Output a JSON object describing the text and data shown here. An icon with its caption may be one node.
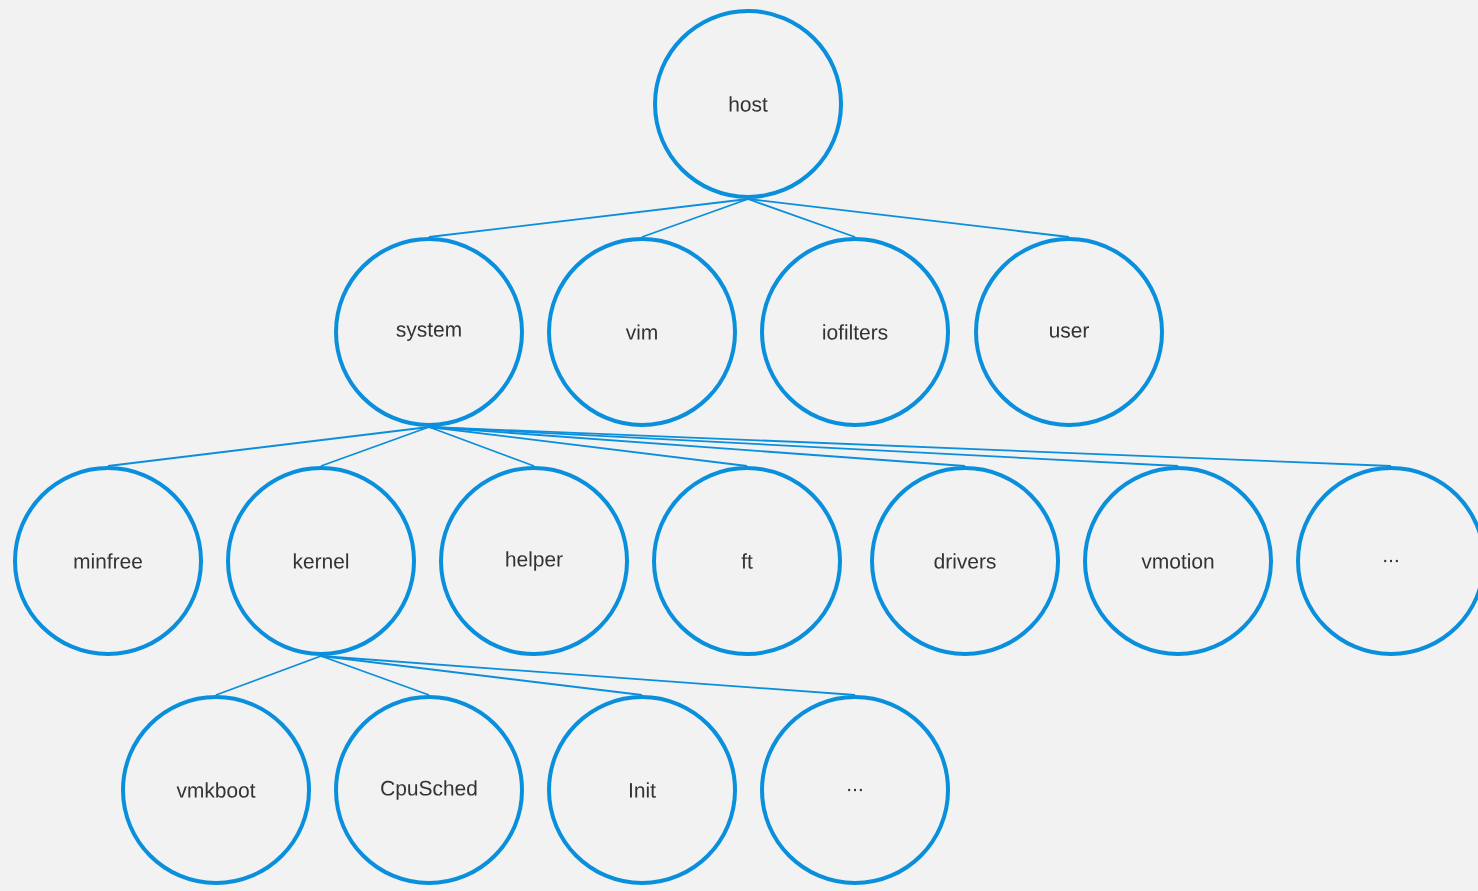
{
  "diagram": {
    "nodes": [
      {
        "text": [
          "host"
        ]
      },
      {
        "text": [
          "system"
        ]
      },
      {
        "text": [
          "vim"
        ]
      },
      {
        "text": [
          "iofilters"
        ]
      },
      {
        "text": [
          "user"
        ]
      },
      {
        "text": [
          "minfree"
        ]
      },
      {
        "text": [
          "kernel"
        ]
      },
      {
        "text": [
          "helper"
        ]
      },
      {
        "text": [
          "ft"
        ]
      },
      {
        "text": [
          "drivers"
        ]
      },
      {
        "text": [
          "vmotion"
        ]
      },
      {
        "text": [
          "..."
        ]
      },
      {
        "text": [
          "vmkboot"
        ]
      },
      {
        "text": [
          "CpuSched"
        ]
      },
      {
        "text": [
          "Init"
        ]
      },
      {
        "text": [
          "..."
        ]
      }
    ],
    "edges": [
      {
        "from": 0,
        "to": 1,
        "arrow": "none"
      },
      {
        "from": 0,
        "to": 2,
        "arrow": "none"
      },
      {
        "from": 0,
        "to": 3,
        "arrow": "none"
      },
      {
        "from": 0,
        "to": 4,
        "arrow": "none"
      },
      {
        "from": 1,
        "to": 5,
        "arrow": "none"
      },
      {
        "from": 1,
        "to": 6,
        "arrow": "none"
      },
      {
        "from": 1,
        "to": 7,
        "arrow": "none"
      },
      {
        "from": 1,
        "to": 8,
        "arrow": "none"
      },
      {
        "from": 1,
        "to": 9,
        "arrow": "none"
      },
      {
        "from": 1,
        "to": 10,
        "arrow": "none"
      },
      {
        "from": 1,
        "to": 11,
        "arrow": "none"
      },
      {
        "from": 6,
        "to": 12,
        "arrow": "none"
      },
      {
        "from": 6,
        "to": 13,
        "arrow": "none"
      },
      {
        "from": 6,
        "to": 14,
        "arrow": "none"
      },
      {
        "from": 6,
        "to": 15,
        "arrow": "none"
      }
    ]
  }
}
